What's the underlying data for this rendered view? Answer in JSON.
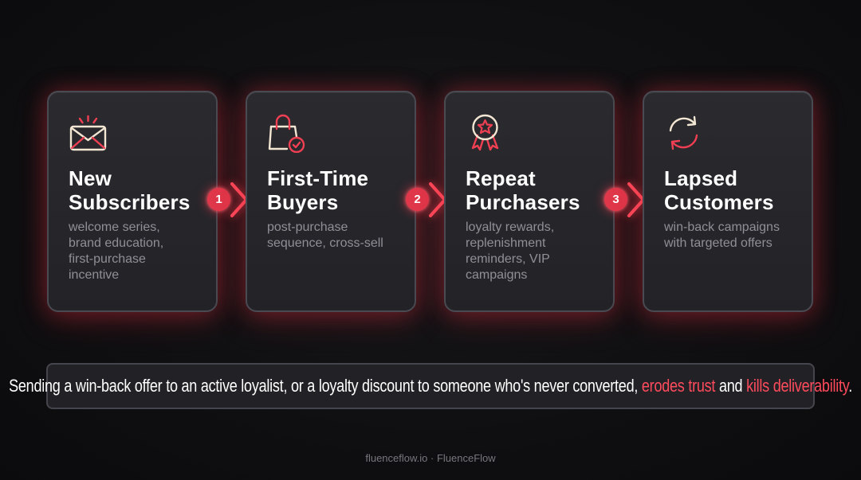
{
  "cards": [
    {
      "icon": "envelope-icon",
      "title_lines": [
        "New",
        "Subscribers"
      ],
      "desc_lines": [
        "welcome series,",
        "brand education,",
        "first-purchase",
        "incentive"
      ]
    },
    {
      "icon": "shopping-bag-check-icon",
      "title_lines": [
        "First-Time",
        "Buyers"
      ],
      "desc_lines": [
        "post-purchase",
        "sequence, cross-sell"
      ]
    },
    {
      "icon": "award-ribbon-icon",
      "title_lines": [
        "Repeat",
        "Purchasers"
      ],
      "desc_lines": [
        "loyalty rewards,",
        "replenishment",
        "reminders, VIP",
        "campaigns"
      ]
    },
    {
      "icon": "refresh-arrows-icon",
      "title_lines": [
        "Lapsed",
        "Customers"
      ],
      "desc_lines": [
        "win-back campaigns",
        "with targeted offers"
      ]
    }
  ],
  "connectors": [
    {
      "number": "1",
      "icon": "chevron-right-icon"
    },
    {
      "number": "2",
      "icon": "chevron-right-icon"
    },
    {
      "number": "3",
      "icon": "chevron-right-icon"
    }
  ],
  "bar": {
    "text_1": "Sending a win-back offer to an active loyalist, or a loyalty discount to someone who's never converted, ",
    "highlight_1": "erodes trust",
    "text_2": " and ",
    "highlight_2": "kills deliverability",
    "text_3": "."
  },
  "footer": {
    "text": "fluenceflow.io · FluenceFlow"
  },
  "colors": {
    "accent": "#e0374a",
    "icon_cream": "#f3e6d3",
    "icon_red": "#ef3f52",
    "muted_text": "#8f8f97",
    "card_border": "#4a4a52"
  }
}
